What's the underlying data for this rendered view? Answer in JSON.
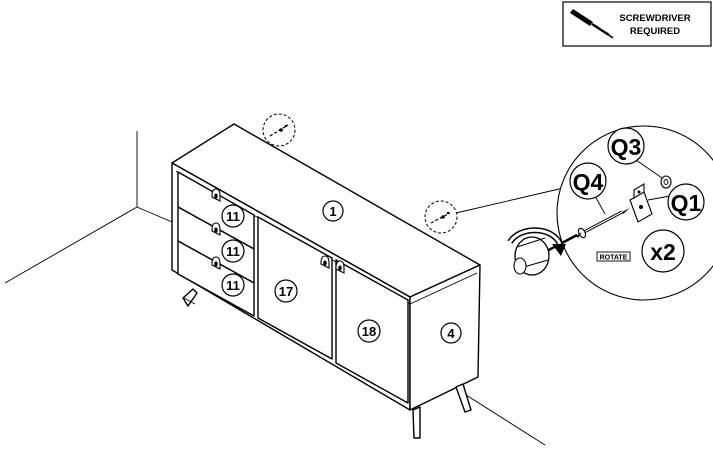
{
  "notice": {
    "line1": "SCREWDRIVER",
    "line2": "REQUIRED",
    "icon": "screwdriver-icon"
  },
  "part_labels": {
    "top": "1",
    "door_left": "17",
    "door_right": "18",
    "side": "4",
    "drawer_1": "11",
    "drawer_2": "11",
    "drawer_3": "11"
  },
  "hardware": {
    "q3": "Q3",
    "q4": "Q4",
    "q1": "Q1",
    "rotate": "ROTATE",
    "quantity": "x2"
  }
}
